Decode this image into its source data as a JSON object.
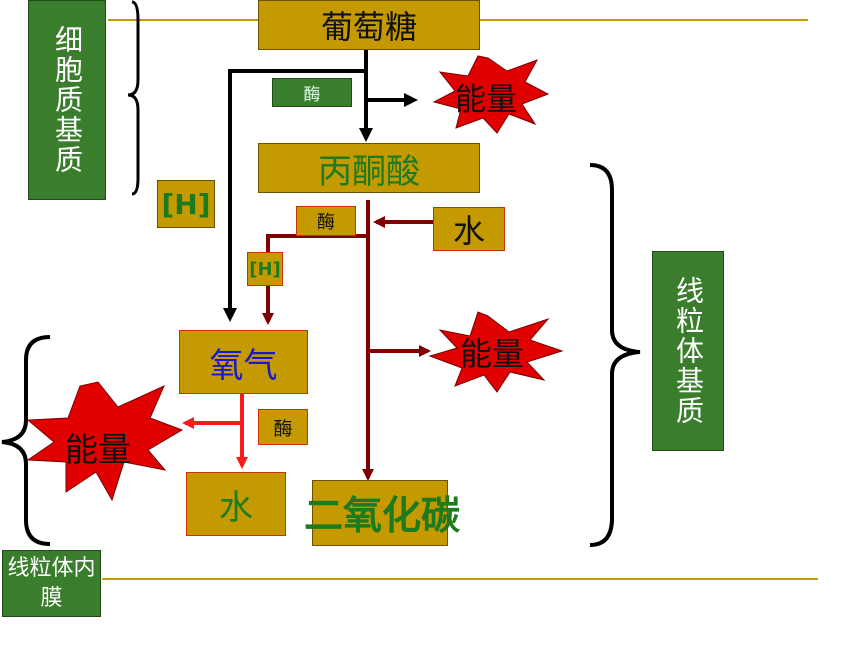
{
  "labels": {
    "glucose": "葡萄糖",
    "pyruvate": "丙酮酸",
    "oxygen": "氧气",
    "water_in": "水",
    "water_out": "水",
    "co2": "二氧化碳",
    "enzyme1": "酶",
    "enzyme2": "酶",
    "enzyme3": "酶",
    "h1": "[H]",
    "h2": "[H]",
    "energy1": "能量",
    "energy2": "能量",
    "energy3": "能量"
  },
  "regions": {
    "cytoplasm_matrix": "细胞质基质",
    "mito_matrix": "线粒体基质",
    "mito_inner": "线粒体内膜"
  },
  "colors": {
    "gold": "#c49a00",
    "green_panel": "#3a7d2c",
    "burst_red": "#e00000",
    "arrow_dark": "#800000",
    "arrow_red": "#ff1a1a",
    "green_text": "#1e7a1e",
    "blue_text": "#1a1acc"
  }
}
